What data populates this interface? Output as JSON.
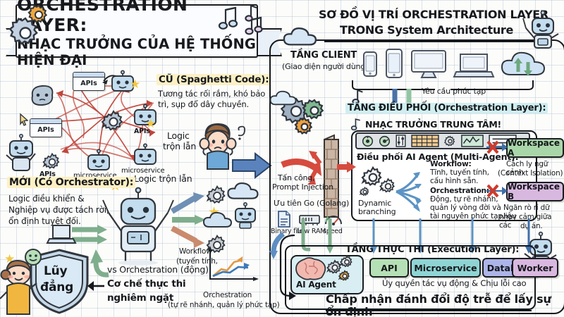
{
  "banner": {
    "line1": "ORCHESTRATION LAYER:",
    "line2": "NHẠC TRƯỞNG CỦA HỆ THỐNG HIỆN ĐẠI"
  },
  "left_panel": {
    "old": {
      "heading": "CŨ (Spaghetti Code):",
      "body_line1": "Tương tác rối rắm, khó bảo",
      "body_line2": "trì, sụp đổ dây chuyền.",
      "logic_note_1": "Logic",
      "logic_note_2": "trộn lẫn",
      "logic_note_big": "Logic trộn lẫn"
    },
    "new": {
      "heading": "MỚI (Có Orchestrator):",
      "body_line1": "Logic điều khiển &",
      "body_line2": "Nghiệp vụ được tách rời,",
      "body_line3": "ổn định tuyệt đối."
    },
    "nodes": [
      {
        "label": "APIs",
        "type": "window"
      },
      {
        "label": "APIs",
        "type": "window"
      },
      {
        "label": "APIs",
        "type": "gear"
      },
      {
        "label": "APIs",
        "type": "robot"
      },
      {
        "label": "microservice",
        "type": "robot"
      },
      {
        "label": "microservice",
        "type": "robot"
      },
      {
        "label": "microservice",
        "type": "robot"
      }
    ],
    "shield_line1": "Lũy",
    "shield_line2": "đẳng",
    "vs_line1": "vs Orchestration (động)",
    "vs_line2": "Cơ chế thực thi",
    "vs_line3": "nghiêm ngặt",
    "chart": {
      "label_line1": "Workflow",
      "label_line2": "(tuyến tính,",
      "xlabel_line1": "Orchestration",
      "xlabel_line2": "(tự rẽ nhánh, quản lý phức tạp)"
    }
  },
  "right_panel": {
    "title_line1": "SƠ ĐỒ VỊ TRÍ ORCHESTRATION LAYER",
    "title_line2": "TRONG System Architecture",
    "client": {
      "heading": "TẦNG CLIENT",
      "sub": "(Giao diện người dùng):",
      "devices": [
        "phone-small",
        "phone-large",
        "desktop-monitor",
        "laptop",
        "cloud-sync"
      ],
      "arrow_label": "Yêu cầu phức tạp"
    },
    "orchestration": {
      "heading": "TẦNG ĐIỀU PHỐI (Orchestration Layer):",
      "subheading": "NHẠC TRƯỞNG TRUNG TÂM!",
      "console_icons": [
        "knob",
        "knob",
        "faders",
        "grid",
        "gear",
        "waveform",
        "list"
      ],
      "agent_title": "Điều phối AI Agent (Multi-Agent):",
      "dynamic_line1": "Dynamic",
      "dynamic_line2": "branching",
      "workflow_title": "Workflow:",
      "workflow_line1": "Tĩnh, tuyến tính,",
      "workflow_line2": "cấu hình sẵn.",
      "orch_title": "Orchestration:",
      "orch_line1": "Động, tự rẽ nhánh,",
      "orch_line2": "quản lý vòng đời và",
      "orch_line3": "tài nguyên phức tạp."
    },
    "security": {
      "attack_line1": "Tấn công,",
      "attack_line2": "Prompt Injection",
      "go_line": "Ưu tiên Go (Golang)",
      "icon_labels": [
        "Binary file",
        "Low RAM",
        "speed"
      ]
    },
    "workspaces": [
      {
        "label": "Workspace A",
        "color": "#a9d6a9"
      },
      {
        "label": "Workspace B",
        "color": "#d9b8e0"
      }
    ],
    "workspace_notes": {
      "a_line1": "Cách ly ngữ cảnh",
      "a_line2": "(Context Isolation)",
      "b_line1": "Ngăn rò rỉ dữ liệu",
      "b_line2": "nhạy cảm giữa các",
      "b_line3": "dự án."
    },
    "execution": {
      "heading": "TẦNG THỰC THI (Execution Layer):",
      "agent_label": "AI Agent",
      "services": [
        {
          "label": "API",
          "color": "#b5e0b5"
        },
        {
          "label": "Microservice",
          "color": "#8fd4d4"
        },
        {
          "label": "Database",
          "color": "#adb4e8"
        },
        {
          "label": "Worker",
          "color": "#d9b8e0"
        }
      ],
      "note": "Ủy quyền tác vụ động & Chịu lỗi cao",
      "footer": "Chấp nhận đánh đổi độ trễ để lấy sự ổn định"
    }
  },
  "colors": {
    "ink": "#15181c",
    "highlight_yellow": "#fdf0c4",
    "highlight_teal": "#cfeef0",
    "arrow_red": "#cf4136",
    "arrow_blue": "#3d6fa8",
    "arrow_green": "#7ab48a",
    "robot_blue": "#bcd6ea"
  }
}
